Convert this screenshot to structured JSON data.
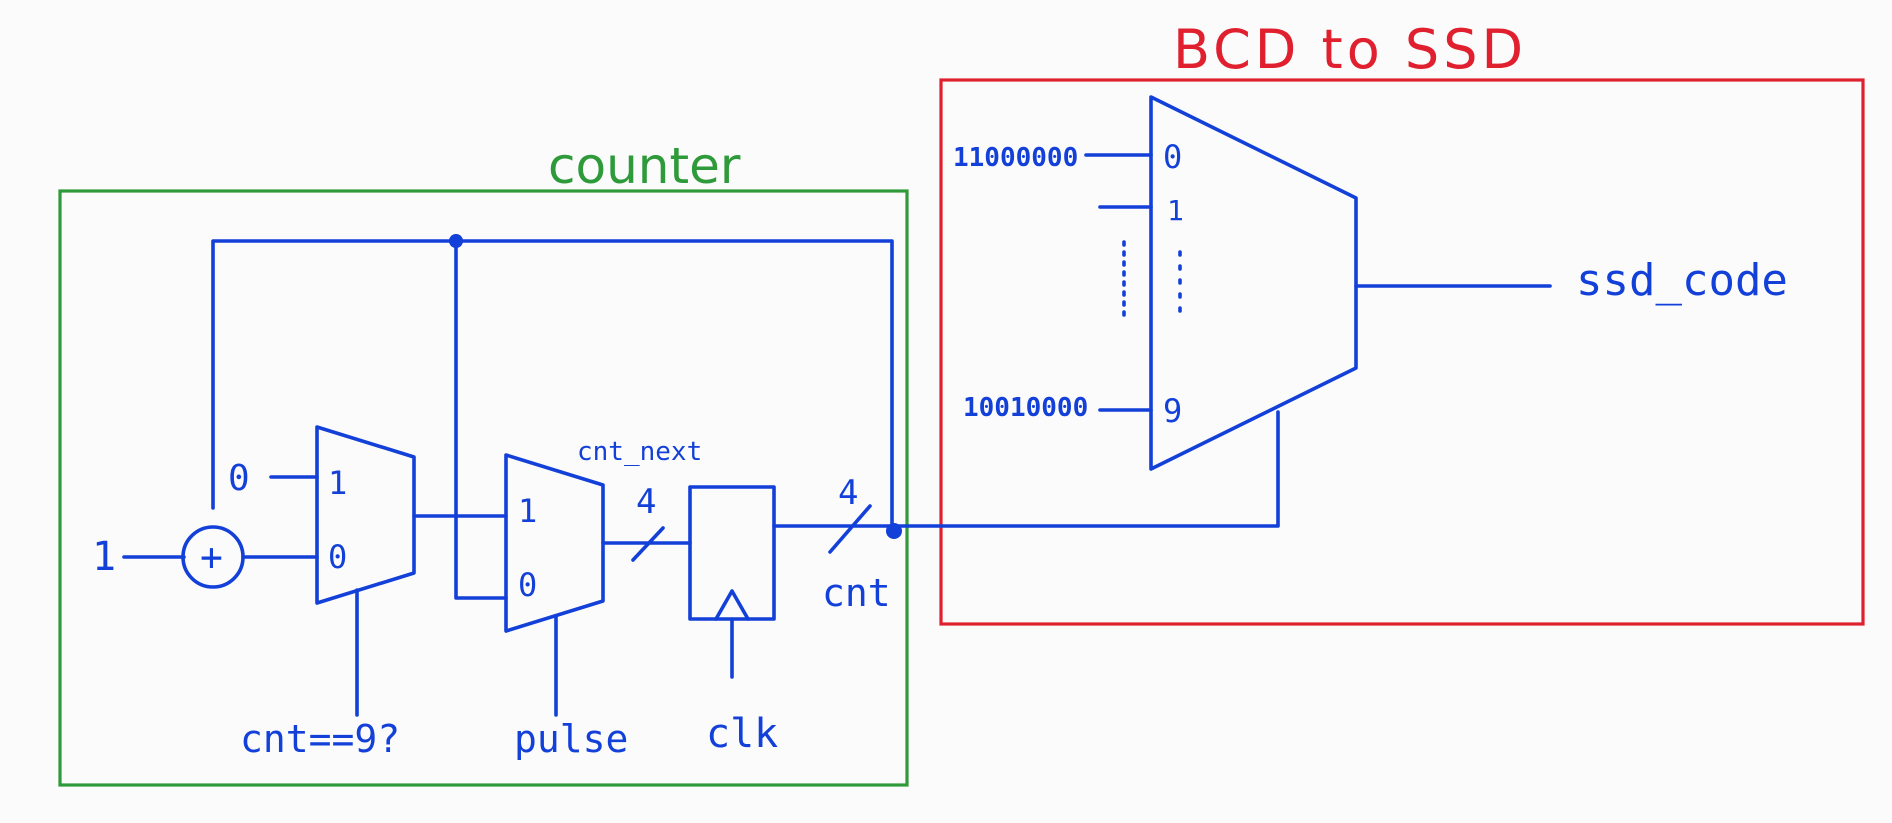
{
  "blocks": {
    "counter_title": "counter",
    "bcd_title": "BCD to SSD"
  },
  "counter": {
    "input_one": "1",
    "adder_symbol": "+",
    "mux1_in1": "0",
    "mux1_sel1": "1",
    "mux1_sel0": "0",
    "mux1_select": "cnt==9?",
    "mux2_sel1": "1",
    "mux2_sel0": "0",
    "mux2_select": "pulse",
    "next_label": "cnt_next",
    "bus_width_in": "4",
    "bus_width_out": "4",
    "clock": "clk",
    "output_label": "cnt"
  },
  "bcd": {
    "in0_value": "11000000",
    "in9_value": "10010000",
    "port0": "0",
    "port1": "1",
    "port9": "9",
    "output_label": "ssd_code"
  },
  "colors": {
    "wire": "#1240d8",
    "counter_box": "#2e9a3a",
    "bcd_box": "#e0202e"
  }
}
